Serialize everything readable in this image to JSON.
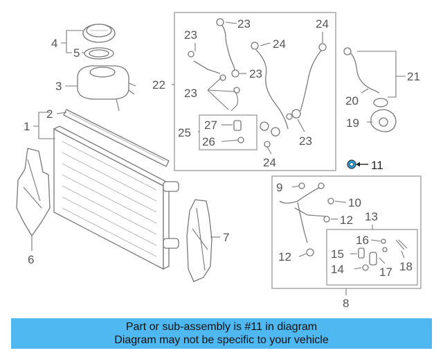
{
  "diagram": {
    "callouts": {
      "c1": "1",
      "c2": "2",
      "c3": "3",
      "c4": "4",
      "c5": "5",
      "c6": "6",
      "c7": "7",
      "c8": "8",
      "c9": "9",
      "c10": "10",
      "c11": "11",
      "c12a": "12",
      "c12b": "12",
      "c13": "13",
      "c14": "14",
      "c15": "15",
      "c16": "16",
      "c17": "17",
      "c18": "18",
      "c19": "19",
      "c20": "20",
      "c21": "21",
      "c22": "22",
      "c23a": "23",
      "c23b": "23",
      "c23c": "23",
      "c23d": "23",
      "c23e": "23",
      "c24a": "24",
      "c24b": "24",
      "c24c": "24",
      "c25": "25",
      "c26": "26",
      "c27": "27"
    },
    "highlighted_part": "11",
    "highlight_color": "#2a9fd6"
  },
  "banner": {
    "line1": "Part or sub-assembly is #11 in diagram",
    "line2": "Diagram may not be specific to your vehicle",
    "background": "#4fb8f0"
  }
}
